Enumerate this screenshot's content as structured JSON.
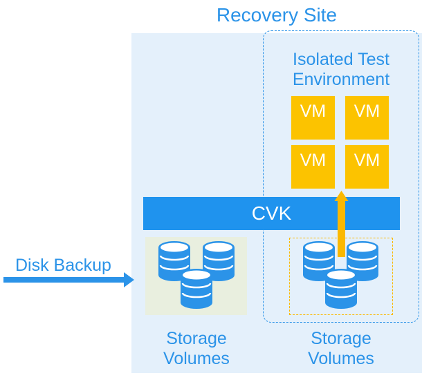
{
  "recovery_site": {
    "title": "Recovery Site"
  },
  "isolated_env": {
    "label_line1": "Isolated Test",
    "label_line2": "Environment"
  },
  "vms": [
    "VM",
    "VM",
    "VM",
    "VM"
  ],
  "cvk": {
    "label": "CVK"
  },
  "storage_left": {
    "label_line1": "Storage",
    "label_line2": "Volumes"
  },
  "storage_right": {
    "label_line1": "Storage",
    "label_line2": "Volumes"
  },
  "disk_backup": {
    "label": "Disk Backup"
  },
  "colors": {
    "accent_blue": "#2b93e8",
    "vm_yellow": "#fcc300",
    "arrow_orange": "#fbb800"
  }
}
